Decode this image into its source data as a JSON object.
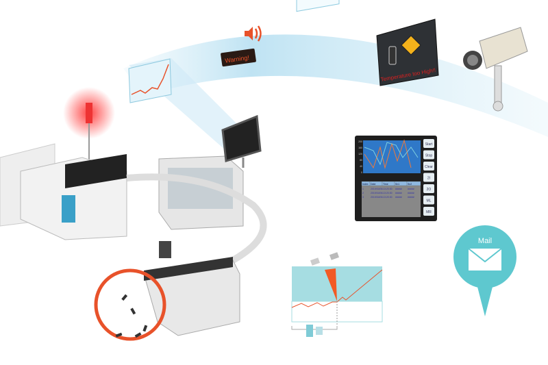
{
  "banner": {
    "warning_text": "Warning!",
    "alert_text": "Temperature too High!!"
  },
  "hmi_panel": {
    "buttons": [
      "Start",
      "Stop",
      "Clear",
      "2I",
      "2O",
      "ML",
      "MR"
    ],
    "table_headers": [
      "Index",
      "Date",
      "Time",
      "Sn1",
      "Sn2"
    ],
    "table_rows": [
      [
        "1",
        "2019/04/06",
        "13:20:30",
        "#####",
        "#####"
      ],
      [
        "2",
        "2019/04/06",
        "13:20:30",
        "#####",
        "#####"
      ],
      [
        "3",
        "2019/04/06",
        "13:20:30",
        "#####",
        "#####"
      ]
    ],
    "y_ticks": [
      "200",
      "160",
      "120",
      "80",
      "40",
      "0"
    ]
  },
  "mail_pin": {
    "label": "Mail"
  },
  "colors": {
    "accent": "#e8522a",
    "teal": "#5ec8cf",
    "sky": "#cfe9f5",
    "panel": "#2b2b2b"
  }
}
